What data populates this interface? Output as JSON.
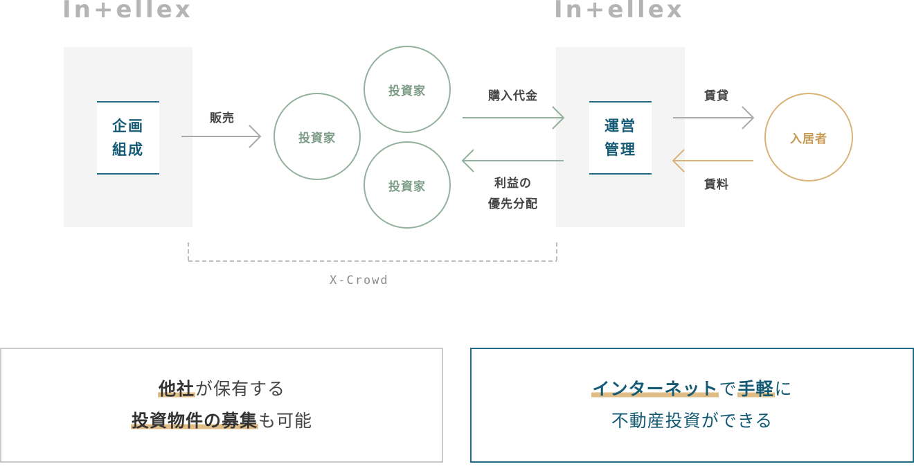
{
  "logos": {
    "left": "In+ellex",
    "right": "In+ellex"
  },
  "roles": {
    "planning": [
      "企画",
      "組成"
    ],
    "management": [
      "運営",
      "管理"
    ]
  },
  "investors": {
    "top": "投資家",
    "middle": "投資家",
    "bottom": "投資家"
  },
  "resident": "入居者",
  "flows": {
    "sale": "販売",
    "purchase": "購入代金",
    "profit": [
      "利益の",
      "優先分配"
    ],
    "lease": "賃貸",
    "rent": "賃料"
  },
  "platform": "X-Crowd",
  "features": {
    "left": {
      "line1": {
        "strong": "他社",
        "rest": "が保有する"
      },
      "line2": {
        "strong": "投資物件の募集",
        "rest": "も可能"
      }
    },
    "right": {
      "line1": {
        "strong1": "インターネット",
        "mid": "で",
        "strong2": "手軽",
        "rest": "に"
      },
      "line2": "不動産投資ができる"
    }
  },
  "colors": {
    "teal": "#1f6b85",
    "green": "#93b19c",
    "gold": "#d8b377",
    "gray_arrow": "#aaaaaa",
    "highlight": "#e1bd86"
  }
}
